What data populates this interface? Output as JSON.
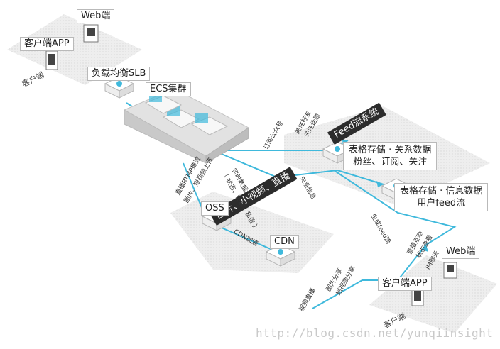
{
  "labels": {
    "web_top": "Web端",
    "client_app_top": "客户端APP",
    "client_platform_top": "客户端",
    "slb": "负载均衡SLB",
    "ecs": "ECS集群",
    "feed_header": "Feed流系统",
    "table_relation_line1": "表格存储 · 关系数据",
    "table_relation_line2": "粉丝、订阅、关注",
    "table_info_line1": "表格存储 · 信息数据",
    "table_info_line2": "用户feed流",
    "media_header": "图片、小视频、直播",
    "oss": "OSS",
    "cdn": "CDN",
    "web_bottom": "Web端",
    "client_app_bottom": "客户端APP",
    "client_platform_bottom": "客户端"
  },
  "edges": {
    "follow_friends": "关注好友",
    "follow_topics": "关注话题",
    "subscribe_account": "订阅公众号",
    "rtmp_push": "直播RTMP推流",
    "upload_media": "图片、短视频上传",
    "realtime_data": "实时数据流",
    "status_items": "（ 状态、话题、私信 ）",
    "relation_info": "关系信息",
    "generate_feed": "生成feed流",
    "cdn_accelerate": "CDN加速",
    "live_interaction": "直播互动",
    "status_view": "状态查看",
    "im_chat": "IM聊天",
    "image_share": "图片分享",
    "short_video_share": "短视频分享",
    "video_live": "视频直播"
  },
  "watermark": "http://blog.csdn.net/yunqiinsight",
  "colors": {
    "flow_line": "#3fb9dc",
    "platform": "#e9e9e9",
    "ecs_block": "#d2d2d2",
    "icon_border": "#b5b5b5",
    "label_dark": "#2c2c2c"
  }
}
